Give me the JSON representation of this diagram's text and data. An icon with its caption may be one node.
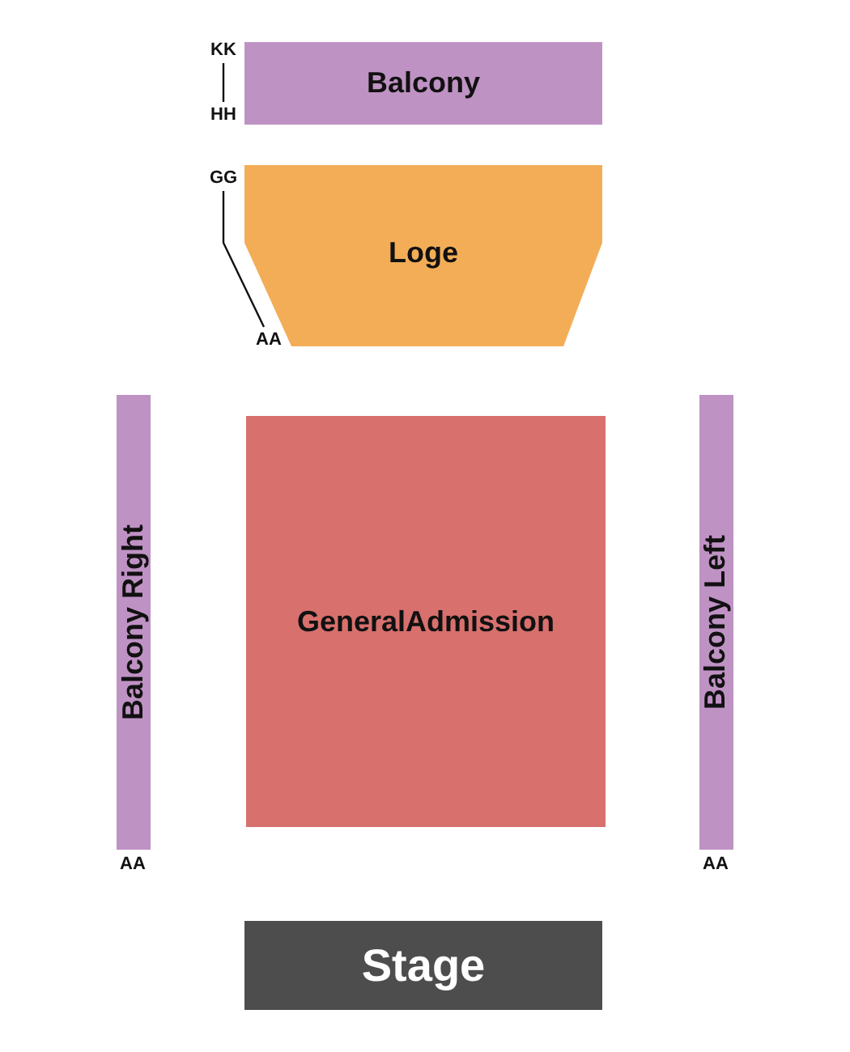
{
  "diagram": {
    "nodes": [
      {
        "text": [
          "Balcony"
        ]
      },
      {
        "text": [
          "KK"
        ]
      },
      {
        "text": [
          "HH"
        ]
      },
      {
        "text": [
          "GG"
        ]
      },
      {
        "text": [
          "Loge"
        ]
      },
      {
        "text": [
          "AA"
        ]
      },
      {
        "text": [
          "Balcony Right"
        ]
      },
      {
        "text": [
          "GeneralAdmission"
        ]
      },
      {
        "text": [
          "Balcony Left"
        ]
      },
      {
        "text": [
          "Stage"
        ]
      }
    ],
    "edges": [
      {
        "from": 1,
        "to": 2,
        "arrow": "none"
      },
      {
        "from": 3,
        "to": 5,
        "arrow": "none"
      }
    ],
    "labels": [
      "AA",
      "AA"
    ]
  }
}
